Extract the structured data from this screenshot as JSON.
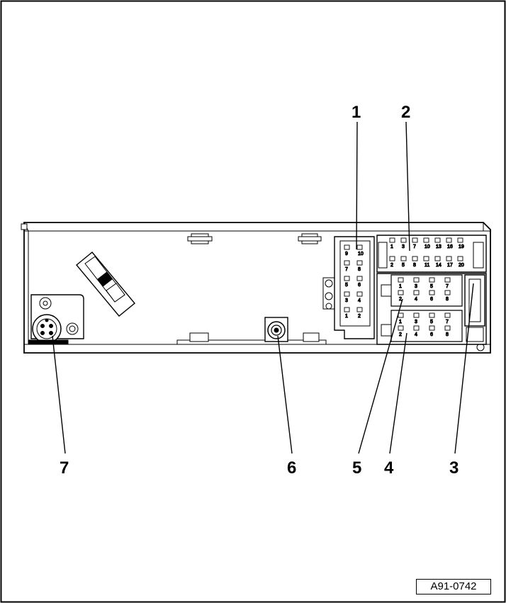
{
  "callouts": [
    {
      "id": "1",
      "label": "1"
    },
    {
      "id": "2",
      "label": "2"
    },
    {
      "id": "3",
      "label": "3"
    },
    {
      "id": "4",
      "label": "4"
    },
    {
      "id": "5",
      "label": "5"
    },
    {
      "id": "6",
      "label": "6"
    },
    {
      "id": "7",
      "label": "7"
    }
  ],
  "connector_1_pins": [
    "9",
    "10",
    "7",
    "8",
    "5",
    "6",
    "3",
    "4",
    "1",
    "2"
  ],
  "connector_2_pins_top": [
    "1",
    "3",
    "7",
    "10",
    "13",
    "16",
    "19"
  ],
  "connector_2_pins_mid": [
    "2",
    "5",
    "8",
    "11",
    "14",
    "17",
    "20"
  ],
  "connector_lower_top": [
    "1",
    "3",
    "5",
    "7"
  ],
  "connector_lower_row2": [
    "2",
    "4",
    "6",
    "8"
  ],
  "connector_lower2_top": [
    "1",
    "3",
    "5",
    "7"
  ],
  "connector_lower2_row2": [
    "2",
    "4",
    "6",
    "8"
  ],
  "figure_reference": "A91-0742"
}
